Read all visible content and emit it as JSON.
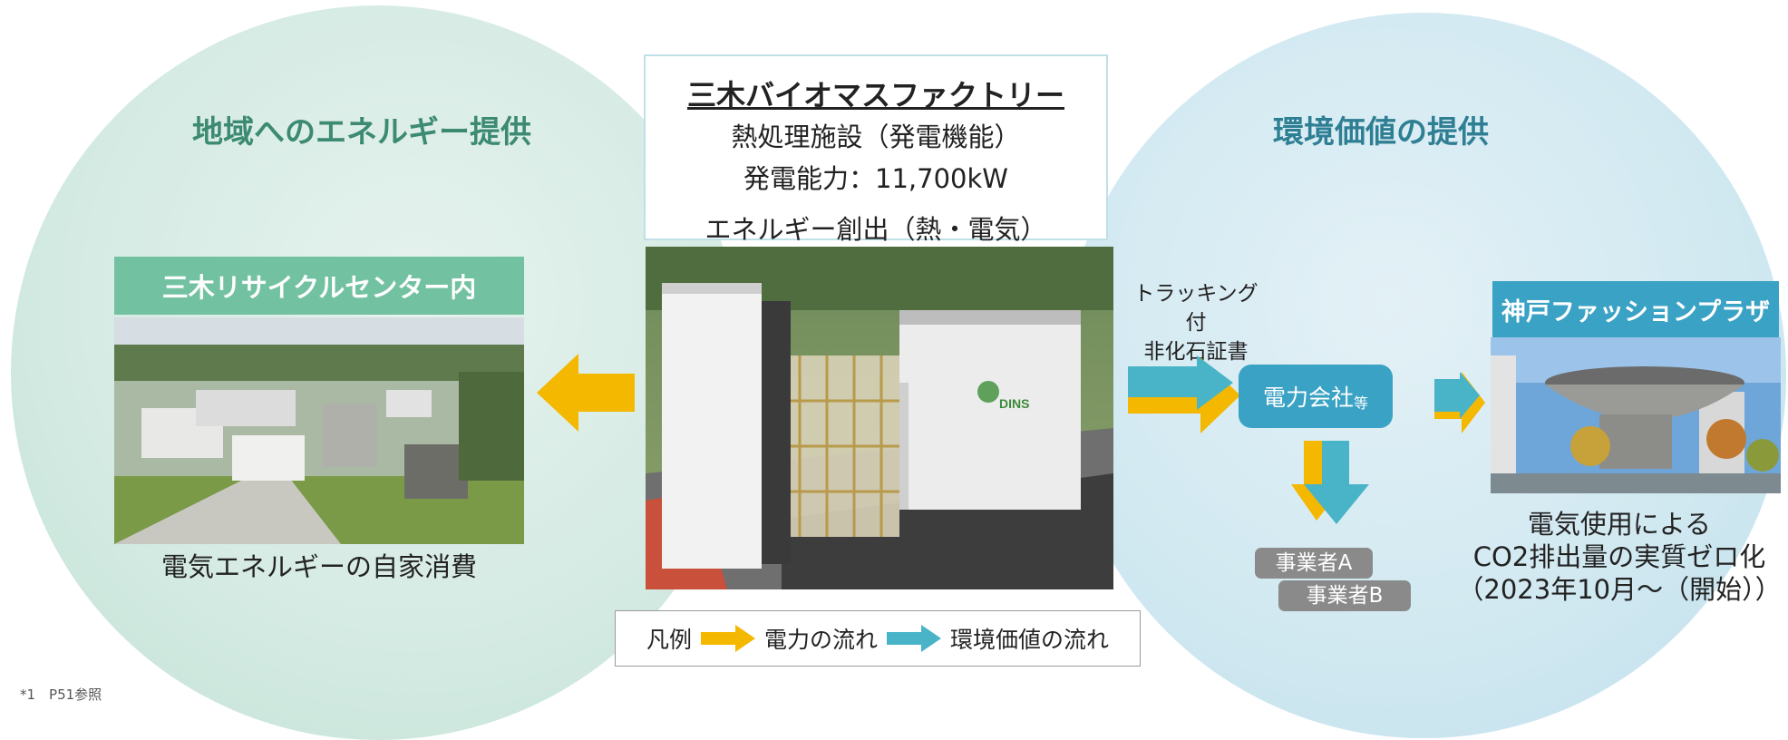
{
  "left_section": {
    "title": "地域へのエネルギー提供",
    "label": "三木リサイクルセンター内",
    "caption": "電気エネルギーの自家消費"
  },
  "right_section": {
    "title": "環境価値の提供",
    "label": "神戸ファッションプラザ",
    "caption_lines": [
      "電気使用による",
      "CO2排出量の実質ゼロ化",
      "（2023年10月～（開始））"
    ]
  },
  "facility": {
    "name": "三木バイオマスファクトリー",
    "line1": "熱処理施設（発電機能）",
    "line2": "発電能力：11,700kW",
    "line3": "エネルギー創出（熱・電気）",
    "logo_text": "DINS"
  },
  "flow": {
    "certificate_line1": "トラッキング付",
    "certificate_line2": "非化石証書",
    "power_company": "電力会社",
    "power_company_suffix": "等",
    "operators": [
      "事業者A",
      "事業者B"
    ]
  },
  "legend": {
    "prefix": "凡例",
    "electricity": "電力の流れ",
    "environment": "環境価値の流れ"
  },
  "colors": {
    "electricity_arrow": "#f5b800",
    "environment_arrow": "#49b3c7",
    "left_label": "#72c2a2",
    "right_label": "#3aa2c4"
  },
  "footnote": "*1　P51参照"
}
